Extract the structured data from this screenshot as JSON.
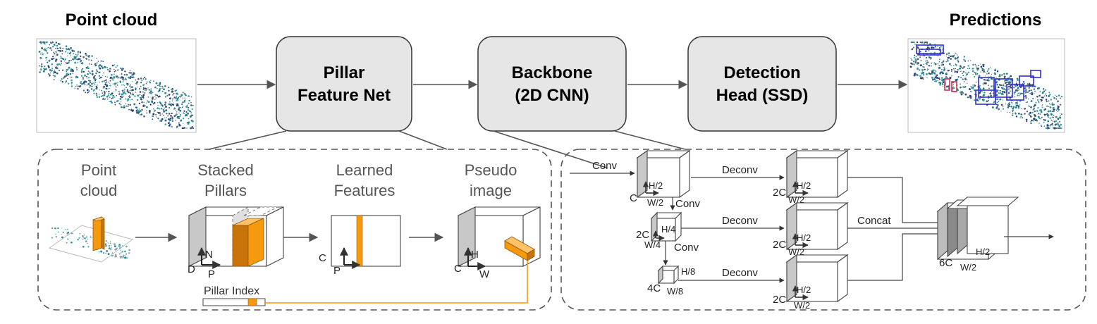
{
  "titles": {
    "left": "Point cloud",
    "right": "Predictions"
  },
  "blocks": {
    "pfn": [
      "Pillar",
      "Feature Net"
    ],
    "backbone": [
      "Backbone",
      "(2D CNN)"
    ],
    "head": [
      "Detection",
      "Head (SSD)"
    ]
  },
  "pfn_detail": {
    "point_cloud": [
      "Point",
      "cloud"
    ],
    "stacked": [
      "Stacked",
      "Pillars"
    ],
    "learned": [
      "Learned",
      "Features"
    ],
    "pseudo": [
      "Pseudo",
      "image"
    ],
    "pillar_index": "Pillar Index",
    "axes": {
      "N": "N",
      "D": "D",
      "P": "P",
      "C": "C",
      "H": "H",
      "W": "W"
    }
  },
  "backbone_detail": {
    "conv": "Conv",
    "deconv": "Deconv",
    "concat": "Concat",
    "C": "C",
    "2C": "2C",
    "4C": "4C",
    "6C": "6C",
    "H2": "H/2",
    "H4": "H/4",
    "H8": "H/8",
    "W2": "W/2",
    "W4": "W/4",
    "W8": "W/8"
  },
  "colors": {
    "block_fill": "#e6e6e6",
    "orange": "#f59a0c",
    "orange_dark": "#c9740a",
    "point_teal": "#2a8a8a",
    "point_navy": "#2b3a7a",
    "pred_box": "#2f2fd0",
    "pred_box_red": "#d03050"
  }
}
